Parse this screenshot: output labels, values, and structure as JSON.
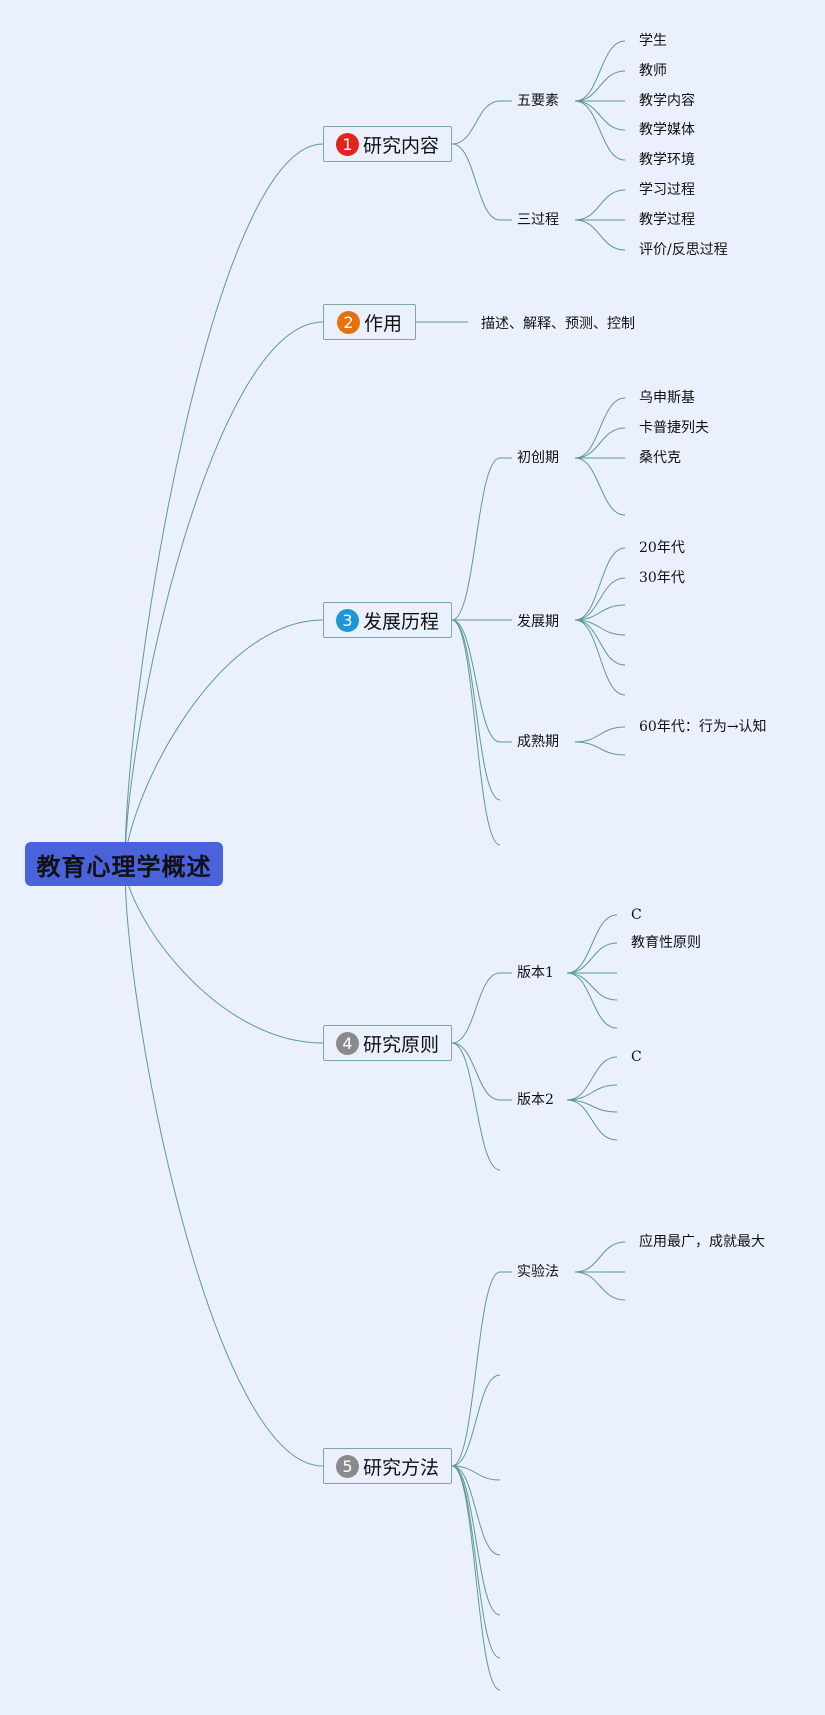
{
  "root": {
    "label": "教育心理学概述"
  },
  "branches": [
    {
      "num": "1",
      "color": "#e0261c",
      "label": "研究内容",
      "subs": [
        {
          "label": "五要素",
          "leaves": [
            "学生",
            "教师",
            "教学内容",
            "教学媒体",
            "教学环境"
          ]
        },
        {
          "label": "三过程",
          "leaves": [
            "学习过程",
            "教学过程",
            "评价/反思过程"
          ]
        }
      ]
    },
    {
      "num": "2",
      "color": "#e8710f",
      "label": "作用",
      "leaf": "描述、解释、预测、控制"
    },
    {
      "num": "3",
      "color": "#1e97d6",
      "label": "发展历程",
      "subs": [
        {
          "label": "初创期",
          "leaves": [
            "乌申斯基",
            "卡普捷列夫",
            "桑代克",
            ""
          ]
        },
        {
          "label": "发展期",
          "leaves": [
            "20年代",
            "30年代",
            "",
            "",
            "",
            ""
          ]
        },
        {
          "label": "成熟期",
          "leaves": [
            "60年代：行为→认知",
            ""
          ]
        }
      ]
    },
    {
      "num": "4",
      "color": "#8a8a8a",
      "label": "研究原则",
      "subs": [
        {
          "label": "版本1",
          "leaves": [
            "C",
            "教育性原则",
            "",
            "",
            ""
          ]
        },
        {
          "label": "版本2",
          "leaves": [
            "C",
            "",
            "",
            ""
          ]
        }
      ]
    },
    {
      "num": "5",
      "color": "#8a8a8a",
      "label": "研究方法",
      "subs": [
        {
          "label": "实验法",
          "leaves": [
            "应用最广，成就最大",
            "",
            ""
          ]
        }
      ]
    }
  ]
}
